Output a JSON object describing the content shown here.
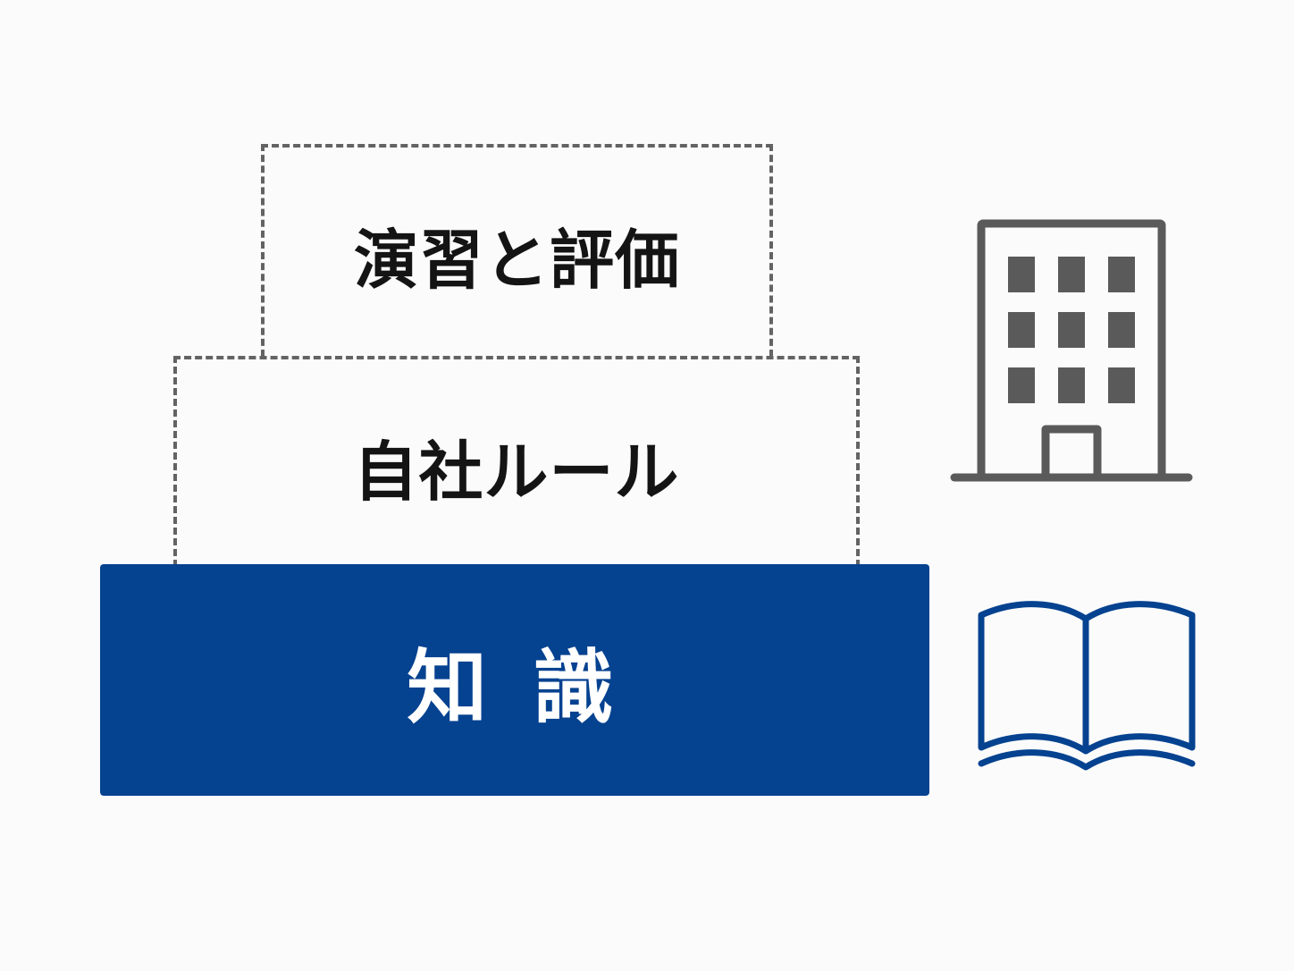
{
  "tiers": [
    {
      "label": "演習と評価",
      "style": "dashed-outline"
    },
    {
      "label": "自社ルール",
      "style": "dashed-outline"
    },
    {
      "label": "知 識",
      "style": "filled"
    }
  ],
  "icons": [
    {
      "name": "building-icon",
      "color": "#5a5a5a"
    },
    {
      "name": "book-icon",
      "color": "#054290"
    }
  ],
  "colors": {
    "background": "#fbfbfb",
    "base_fill": "#054290",
    "dash_outline": "#636363",
    "label_text": "#141414",
    "base_text": "#ffffff"
  }
}
